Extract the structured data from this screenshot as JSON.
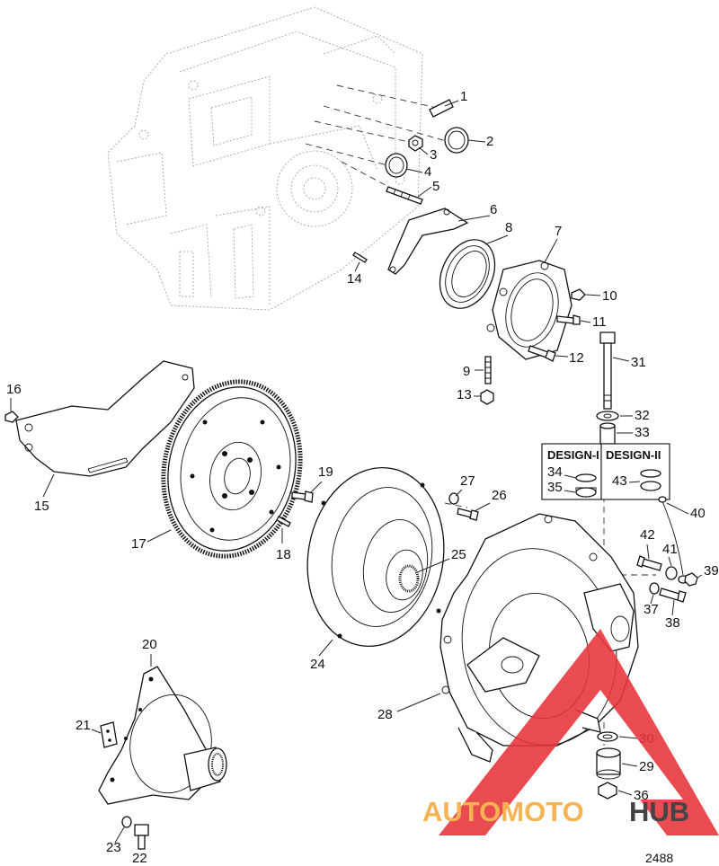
{
  "diagram": {
    "figure_number": "2488",
    "callouts": [
      "1",
      "2",
      "3",
      "4",
      "5",
      "6",
      "7",
      "8",
      "9",
      "10",
      "11",
      "12",
      "13",
      "14",
      "15",
      "16",
      "17",
      "18",
      "19",
      "20",
      "21",
      "22",
      "23",
      "24",
      "25",
      "26",
      "27",
      "28",
      "29",
      "30",
      "31",
      "32",
      "33",
      "34",
      "35",
      "36",
      "37",
      "38",
      "39",
      "40",
      "41",
      "42",
      "43"
    ],
    "design_boxes": [
      {
        "label": "DESIGN-I"
      },
      {
        "label": "DESIGN-II"
      }
    ]
  },
  "watermark": {
    "word_left": "AUTOMOTO",
    "word_right": "HUB",
    "colors": {
      "triangle": "#e8333a",
      "left": "#f4a93a",
      "right": "#2b2b2b"
    }
  }
}
